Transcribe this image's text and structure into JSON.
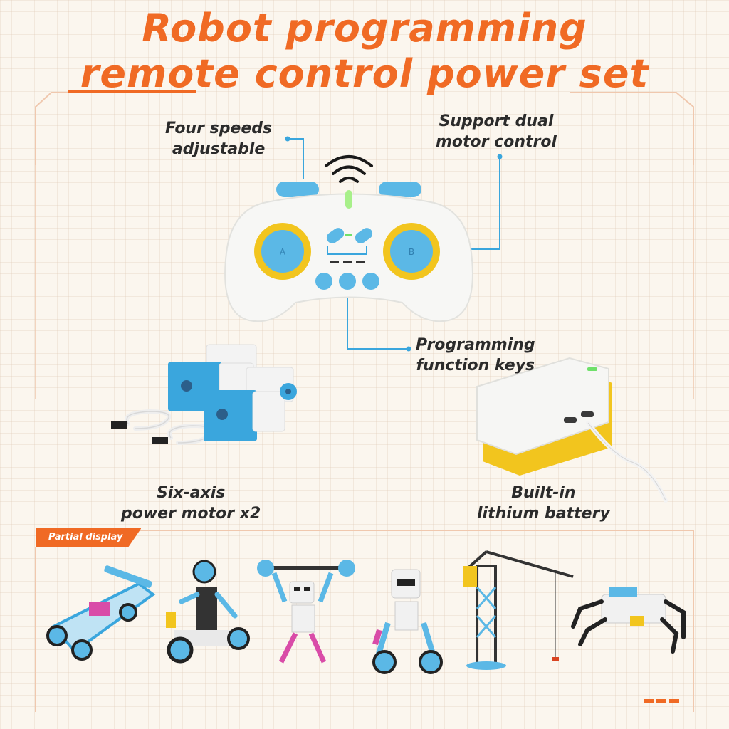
{
  "title": {
    "line1": "Robot programming",
    "line2": "remote control power set"
  },
  "features": {
    "speeds": [
      "Four speeds",
      "adjustable"
    ],
    "dual_motor": [
      "Support dual",
      "motor control"
    ],
    "function_keys": [
      "Programming",
      "function keys"
    ],
    "motor": [
      "Six-axis",
      "power motor x2"
    ],
    "battery": [
      "Built-in",
      "lithium battery"
    ]
  },
  "controller": {
    "stick_left": "A",
    "stick_right": "B"
  },
  "partial_display": {
    "label": "Partial display",
    "models": [
      "race-car",
      "tricycle-robot",
      "weightlifter-robot",
      "balance-robot",
      "tower-crane",
      "spider-robot"
    ]
  },
  "colors": {
    "accent": "#f06a24",
    "blue": "#5bb8e6",
    "yellow": "#f2c51e",
    "line": "#3aa6dd"
  }
}
